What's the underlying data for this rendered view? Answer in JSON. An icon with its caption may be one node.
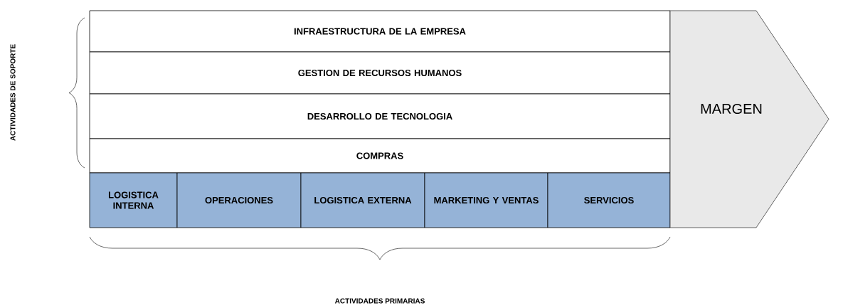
{
  "diagram": {
    "nodes": [
      {
        "text": [
          "INFRAESTRUCTURA DE LA EMPRESA"
        ]
      },
      {
        "text": [
          "GESTION DE RECURSOS HUMANOS"
        ]
      },
      {
        "text": [
          "DESARROLLO DE TECNOLOGIA"
        ]
      },
      {
        "text": [
          "COMPRAS"
        ]
      },
      {
        "text": [
          "LOGISTICA INTERNA"
        ]
      },
      {
        "text": [
          "OPERACIONES"
        ]
      },
      {
        "text": [
          "LOGISTICA EXTERNA"
        ]
      },
      {
        "text": [
          "MARKETING Y VENTAS"
        ]
      },
      {
        "text": [
          "SERVICIOS"
        ]
      },
      {
        "text": [
          "MARGEN"
        ]
      }
    ],
    "labels": [
      "ACTIVIDADES DE SOPORTE",
      "ACTIVIDADES PRIMARIAS"
    ]
  }
}
